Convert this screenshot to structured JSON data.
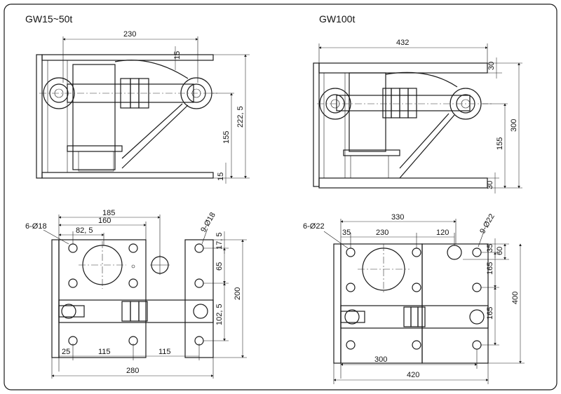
{
  "titles": {
    "left": "GW15~50t",
    "right": "GW100t"
  },
  "dims_tl": {
    "w230": "230",
    "h15top": "15",
    "h222": "222, 5",
    "h155": "155",
    "h15bot": "15"
  },
  "dims_tr": {
    "w432": "432",
    "h30top": "30",
    "h300": "300",
    "h155": "155",
    "h30bot": "30"
  },
  "dims_bl": {
    "holes6": "6-Ø18",
    "holes9": "9-Ø18",
    "w185": "185",
    "w160": "160",
    "w82": "82, 5",
    "h17": "17, 5",
    "h65": "65",
    "h200": "200",
    "h102": "102, 5",
    "w25": "25",
    "w115a": "115",
    "w115b": "115",
    "w280": "280"
  },
  "dims_br": {
    "holes6": "6-Ø22",
    "holes9": "9-Ø22",
    "w330": "330",
    "w35": "35",
    "w230": "230",
    "w120": "120",
    "h35": "35",
    "h60": "60",
    "h165a": "165",
    "h400": "400",
    "h165b": "165",
    "w300": "300",
    "w420": "420"
  }
}
